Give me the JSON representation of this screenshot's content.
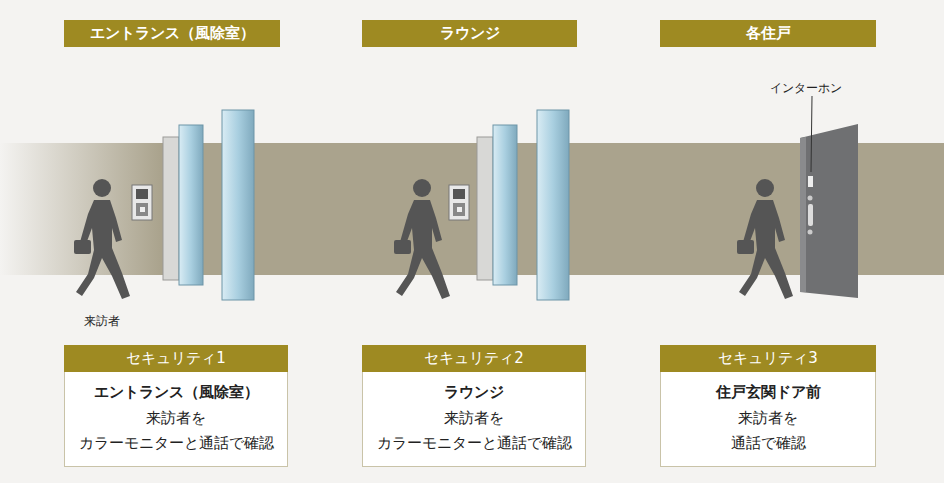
{
  "diagram": {
    "nodes": [
      {
        "text": [
          "エントランス（風除室）"
        ]
      },
      {
        "text": [
          "ラウンジ"
        ]
      },
      {
        "text": [
          "各住戸"
        ]
      },
      {
        "text": [
          "セキュリティ1",
          "エントランス（風除室）",
          "来訪者を カラーモニターと通話で確認"
        ]
      },
      {
        "text": [
          "セキュリティ2",
          "ラウンジ",
          "来訪者を カラーモニターと通話で確認"
        ]
      },
      {
        "text": [
          "セキュリティ3",
          "住戸玄関ドア前",
          "来訪者を 通話で確認"
        ]
      }
    ],
    "labels": [
      "インターホン",
      "来訪者"
    ]
  }
}
